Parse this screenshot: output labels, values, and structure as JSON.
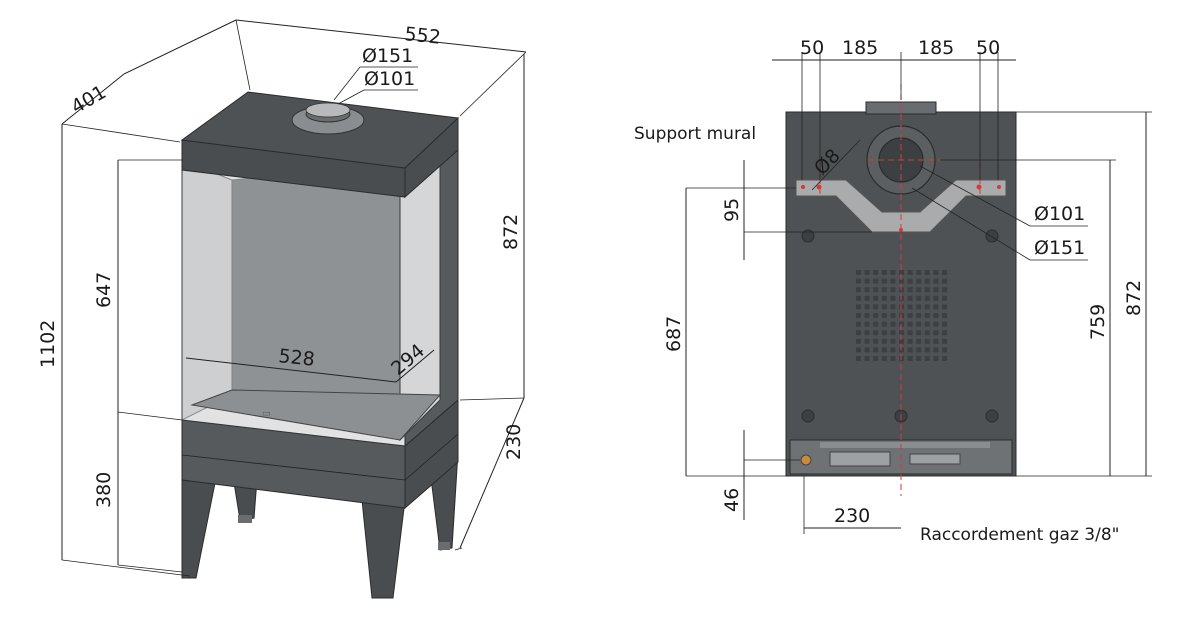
{
  "front_view": {
    "width": "552",
    "depth": "401",
    "flue_outer": "Ø151",
    "flue_inner": "Ø101",
    "total_height": "1102",
    "body_height": "872",
    "glass_height": "647",
    "base_height": "380",
    "leg_height": "230",
    "window_width": "528",
    "window_depth": "294"
  },
  "back_view": {
    "offset_left": "50",
    "half_left": "185",
    "half_right": "185",
    "offset_right": "50",
    "support_label": "Support mural",
    "hole_diameter": "Ø8",
    "bracket_height": "95",
    "flue_inner": "Ø101",
    "flue_outer": "Ø151",
    "bracket_level": "687",
    "flue_level": "759",
    "total_height": "872",
    "gas_height": "46",
    "gas_offset": "230",
    "gas_label": "Raccordement gaz 3/8\""
  }
}
